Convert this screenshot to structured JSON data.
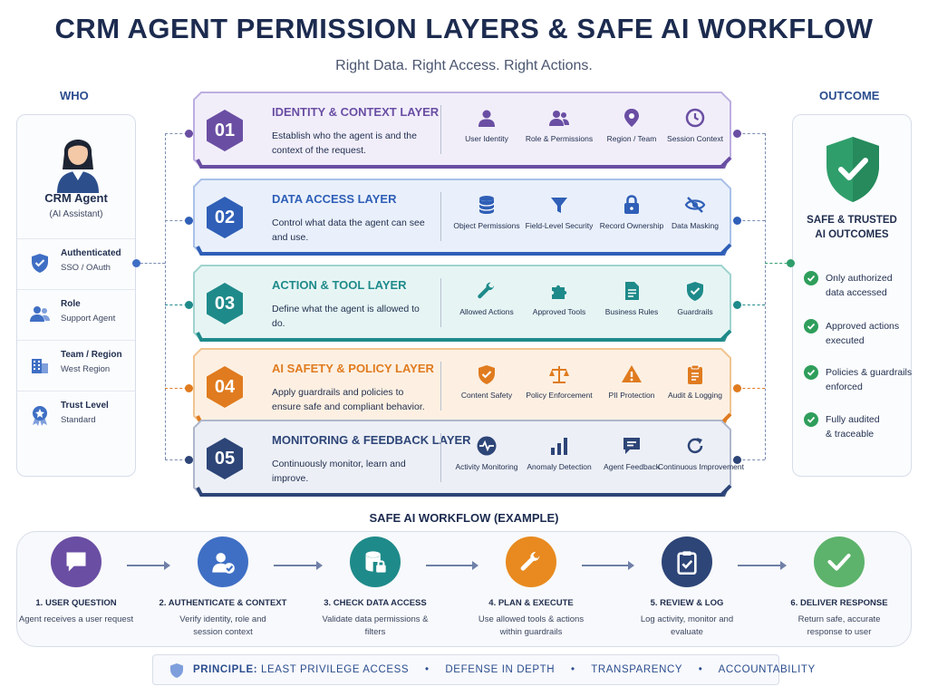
{
  "title": "CRM AGENT PERMISSION LAYERS & SAFE AI WORKFLOW",
  "subtitle": "Right Data. Right Access. Right Actions.",
  "who": {
    "heading": "WHO",
    "agent_name": "CRM Agent",
    "agent_sub": "(AI Assistant)",
    "items": [
      {
        "label": "Authenticated",
        "value": "SSO / OAuth",
        "icon": "shield-check-icon"
      },
      {
        "label": "Role",
        "value": "Support Agent",
        "icon": "users-icon"
      },
      {
        "label": "Team / Region",
        "value": "West Region",
        "icon": "building-icon"
      },
      {
        "label": "Trust Level",
        "value": "Standard",
        "icon": "badge-icon"
      }
    ]
  },
  "outcome": {
    "heading": "OUTCOME",
    "title_line1": "SAFE & TRUSTED",
    "title_line2": "AI OUTCOMES",
    "items": [
      {
        "line1": "Only authorized",
        "line2": "data accessed"
      },
      {
        "line1": "Approved actions",
        "line2": "executed"
      },
      {
        "line1": "Policies & guardrails",
        "line2": "enforced"
      },
      {
        "line1": "Fully audited",
        "line2": "& traceable"
      }
    ]
  },
  "layers": [
    {
      "number": "01",
      "title": "IDENTITY & CONTEXT LAYER",
      "desc": "Establish who the agent is and the context of the request.",
      "color": "#6a4ea3",
      "fill": "#f1eefa",
      "stroke": "#bcaee0",
      "features": [
        {
          "label": "User Identity",
          "icon": "user-icon"
        },
        {
          "label": "Role & Permissions",
          "icon": "users-icon"
        },
        {
          "label": "Region / Team",
          "icon": "location-pin-icon"
        },
        {
          "label": "Session Context",
          "icon": "clock-icon"
        }
      ]
    },
    {
      "number": "02",
      "title": "DATA ACCESS LAYER",
      "desc": "Control what data the agent can see and use.",
      "color": "#2f5fb7",
      "fill": "#e9f0fb",
      "stroke": "#a9c0e8",
      "features": [
        {
          "label": "Object Permissions",
          "icon": "database-icon"
        },
        {
          "label": "Field-Level Security",
          "icon": "filter-icon"
        },
        {
          "label": "Record Ownership",
          "icon": "lock-icon"
        },
        {
          "label": "Data Masking",
          "icon": "eye-off-icon"
        }
      ]
    },
    {
      "number": "03",
      "title": "ACTION & TOOL LAYER",
      "desc": "Define what the agent is allowed to do.",
      "color": "#1f8a8a",
      "fill": "#e6f5f4",
      "stroke": "#9fd3cf",
      "features": [
        {
          "label": "Allowed Actions",
          "icon": "wrench-icon"
        },
        {
          "label": "Approved Tools",
          "icon": "puzzle-icon"
        },
        {
          "label": "Business Rules",
          "icon": "document-icon"
        },
        {
          "label": "Guardrails",
          "icon": "shield-check-icon"
        }
      ]
    },
    {
      "number": "04",
      "title": "AI SAFETY & POLICY LAYER",
      "desc": "Apply guardrails and policies to ensure safe and compliant behavior.",
      "color": "#e07b1f",
      "fill": "#fdf0e2",
      "stroke": "#f0c48f",
      "features": [
        {
          "label": "Content Safety",
          "icon": "shield-check-icon"
        },
        {
          "label": "Policy Enforcement",
          "icon": "scales-icon"
        },
        {
          "label": "PII Protection",
          "icon": "warning-icon"
        },
        {
          "label": "Audit & Logging",
          "icon": "clipboard-icon"
        }
      ]
    },
    {
      "number": "05",
      "title": "MONITORING & FEEDBACK LAYER",
      "desc": "Continuously monitor, learn and improve.",
      "color": "#2d4577",
      "fill": "#eceff6",
      "stroke": "#aeb7cc",
      "features": [
        {
          "label": "Activity Monitoring",
          "icon": "pulse-icon"
        },
        {
          "label": "Anomaly Detection",
          "icon": "bar-chart-icon"
        },
        {
          "label": "Agent Feedback",
          "icon": "chat-icon"
        },
        {
          "label": "Continuous Improvement",
          "icon": "refresh-icon"
        }
      ]
    }
  ],
  "workflow": {
    "title": "SAFE AI WORKFLOW (EXAMPLE)",
    "steps": [
      {
        "title": "1. USER QUESTION",
        "desc": "Agent receives a user request",
        "color": "#6a4ea3",
        "icon": "chat-icon"
      },
      {
        "title": "2. AUTHENTICATE & CONTEXT",
        "desc": "Verify identity, role and session context",
        "color": "#3f6fc4",
        "icon": "user-check-icon"
      },
      {
        "title": "3. CHECK DATA ACCESS",
        "desc": "Validate data permissions & filters",
        "color": "#1f8a8a",
        "icon": "database-lock-icon"
      },
      {
        "title": "4. PLAN & EXECUTE",
        "desc": "Use allowed tools & actions within guardrails",
        "color": "#e88a1f",
        "icon": "wrench-icon"
      },
      {
        "title": "5. REVIEW & LOG",
        "desc": "Log activity, monitor and evaluate",
        "color": "#2d4577",
        "icon": "clipboard-check-icon"
      },
      {
        "title": "6. DELIVER RESPONSE",
        "desc": "Return safe, accurate response to user",
        "color": "#5db36b",
        "icon": "check-icon"
      }
    ]
  },
  "principle": {
    "label": "PRINCIPLE:",
    "items": [
      "LEAST PRIVILEGE ACCESS",
      "DEFENSE IN DEPTH",
      "TRANSPARENCY",
      "ACCOUNTABILITY"
    ]
  }
}
